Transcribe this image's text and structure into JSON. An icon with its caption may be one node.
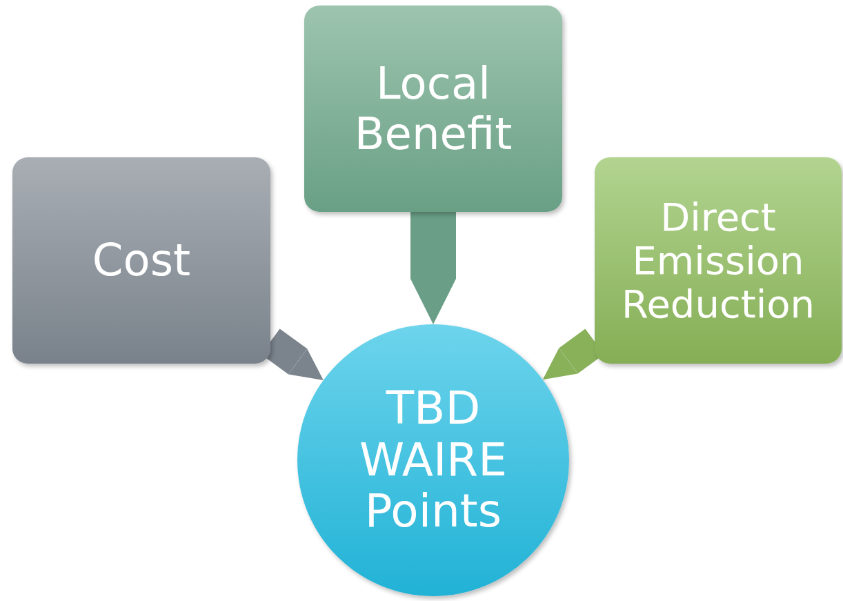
{
  "diagram": {
    "nodes": [
      {
        "text": [
          "Cost"
        ]
      },
      {
        "text": [
          "Local Benefit"
        ]
      },
      {
        "text": [
          "Direct Emission Reduction"
        ]
      },
      {
        "text": [
          "TBD WAIRE Points"
        ]
      }
    ],
    "edges": [
      {
        "from": 0,
        "to": 3,
        "arrow": "to",
        "color": "#7b848d"
      },
      {
        "from": 1,
        "to": 3,
        "arrow": "to",
        "color": "#6a9e86"
      },
      {
        "from": 2,
        "to": 3,
        "arrow": "to",
        "color": "#89b15a"
      }
    ]
  }
}
